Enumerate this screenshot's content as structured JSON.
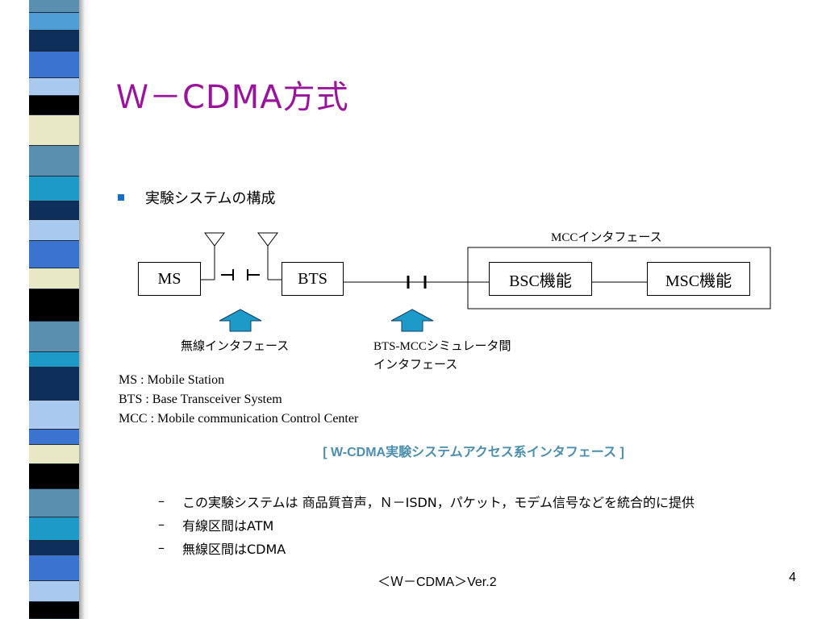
{
  "slide": {
    "title": "Ｗ－CDMA方式",
    "bullet": "実験システムの構成",
    "diagram": {
      "ms": "MS",
      "bts": "BTS",
      "bsc": "BSC機能",
      "msc": "MSC機能",
      "mcc_interface": "MCCインタフェース",
      "radio_interface": "無線インタフェース",
      "bts_mcc_interface_line1": "BTS-MCCシミュレータ間",
      "bts_mcc_interface_line2": "インタフェース"
    },
    "abbreviations": [
      "MS : Mobile Station",
      "BTS : Base Transceiver System",
      "MCC : Mobile communication Control Center"
    ],
    "caption": "[ W-CDMA実験システムアクセス系インタフェース ]",
    "sub_bullets": [
      "この実験システムは 商品質音声，Ｎ－ISDN，パケット，モデム信号などを統合的に提供",
      "有線区間はATM",
      "無線区間はCDMA"
    ],
    "sub_bullet_marker": "–",
    "footer": "＜Ｗ－CDMA＞Ver.2",
    "page_number": "4"
  },
  "colors": {
    "title": "#99149a",
    "caption": "#4c8eae",
    "arrow": "#1e9ac9",
    "bullet": "#1670c8"
  }
}
